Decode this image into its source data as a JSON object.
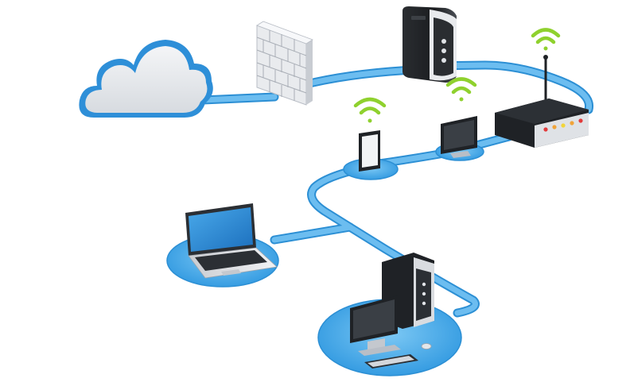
{
  "diagram": {
    "type": "network-topology",
    "nodes": [
      {
        "id": "cloud",
        "kind": "cloud"
      },
      {
        "id": "firewall",
        "kind": "firewall"
      },
      {
        "id": "server",
        "kind": "server"
      },
      {
        "id": "router",
        "kind": "wireless-router",
        "wifi": true
      },
      {
        "id": "tablet",
        "kind": "tablet",
        "wifi": true
      },
      {
        "id": "wireless-monitor",
        "kind": "monitor",
        "wifi": true
      },
      {
        "id": "laptop",
        "kind": "laptop"
      },
      {
        "id": "desktop",
        "kind": "desktop-pc"
      }
    ],
    "links": [
      [
        "cloud",
        "firewall"
      ],
      [
        "firewall",
        "server"
      ],
      [
        "server",
        "router"
      ],
      [
        "router",
        "wireless-monitor"
      ],
      [
        "wireless-monitor",
        "tablet"
      ],
      [
        "tablet",
        "laptop"
      ],
      [
        "tablet",
        "desktop"
      ]
    ],
    "colors": {
      "link": "#4aa8e6",
      "link_edge": "#2c8fd4",
      "pad": "#3aa3e8",
      "cloud_outline": "#2e8fd8",
      "cloud_fill": "#e9ebee",
      "wifi": "#8fd12e",
      "device_dark": "#1f2226"
    }
  }
}
